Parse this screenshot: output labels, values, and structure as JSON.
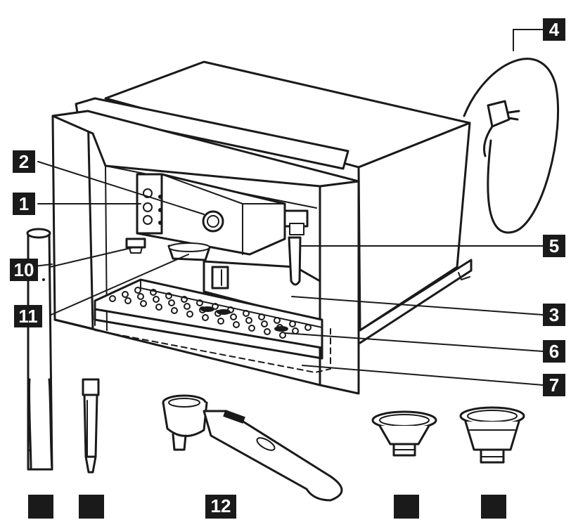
{
  "callouts": {
    "c1": "1",
    "c2": "2",
    "c3": "3",
    "c4": "4",
    "c5": "5",
    "c6": "6",
    "c7": "7",
    "c10": "10",
    "c11": "11",
    "c12": "12"
  },
  "colors": {
    "ink": "#1a1a1a",
    "paper": "#ffffff",
    "panel": "#e9e9e9"
  }
}
